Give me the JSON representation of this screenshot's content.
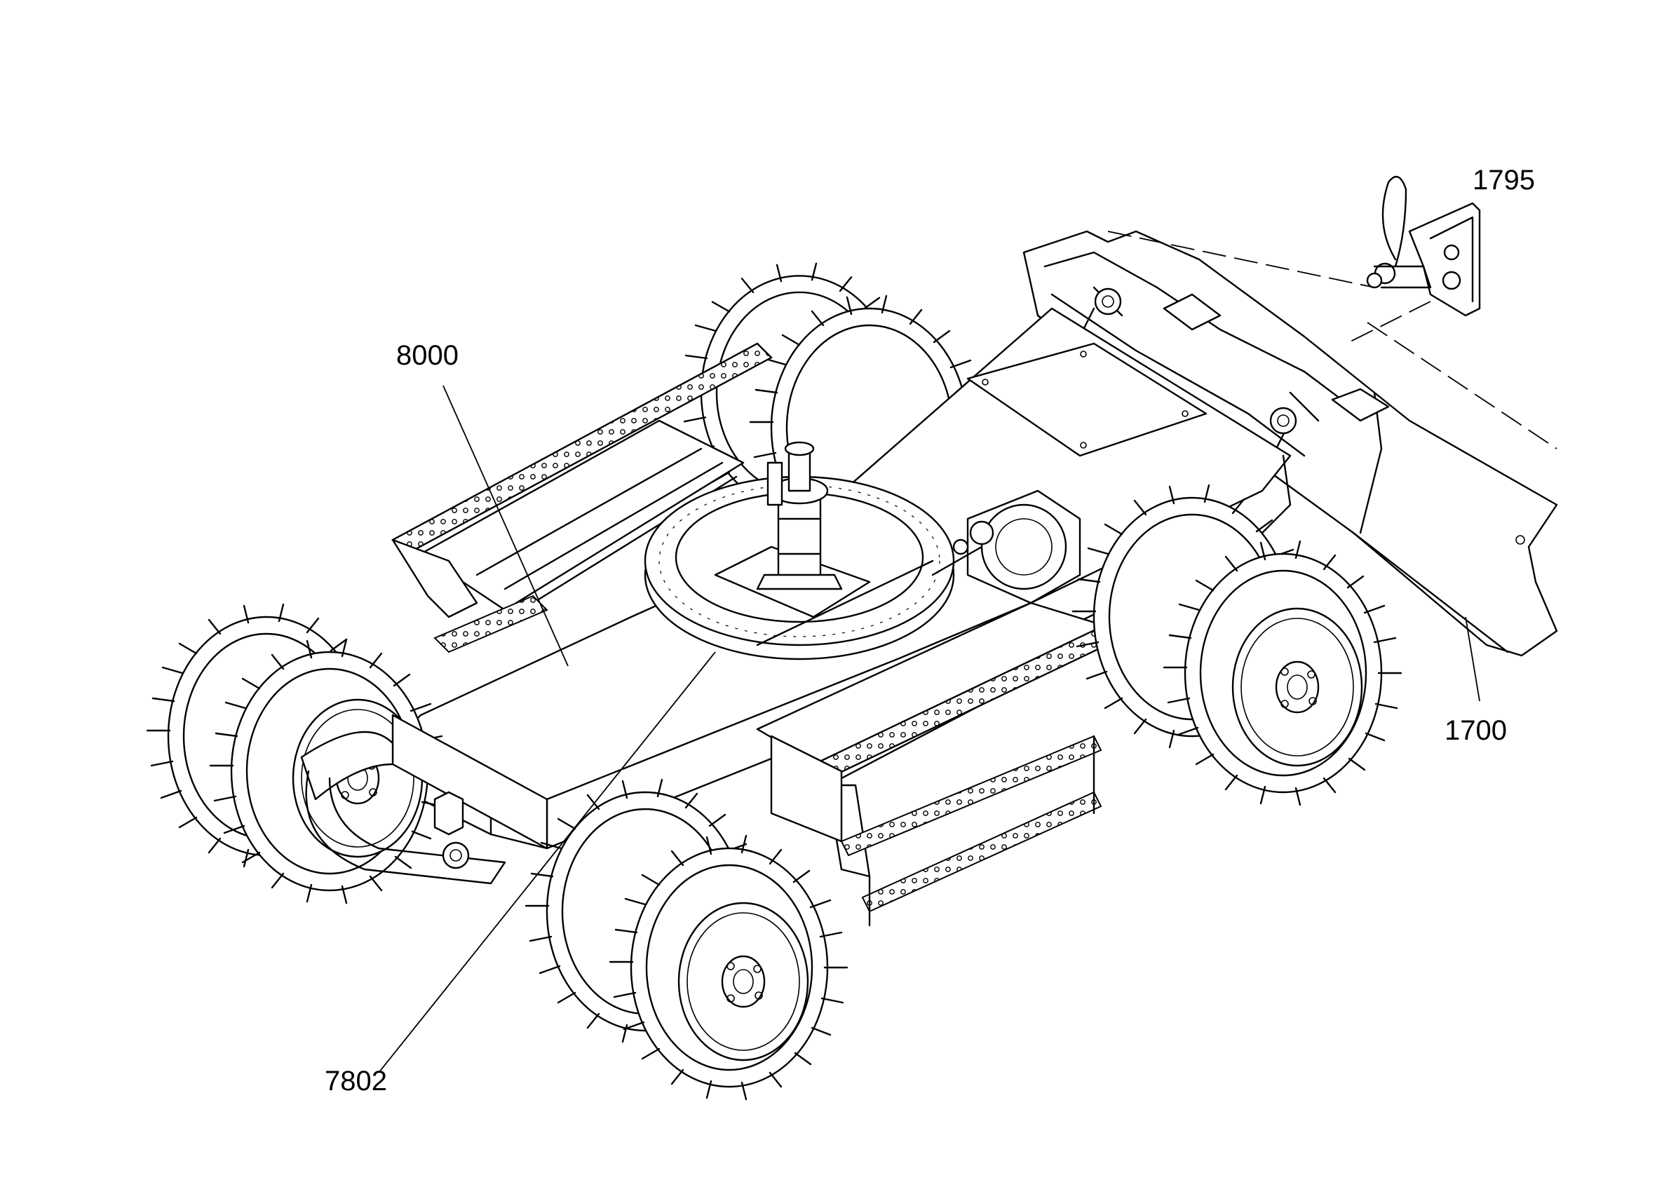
{
  "figure": {
    "callouts": [
      {
        "id": "part-1795",
        "label": "1795"
      },
      {
        "id": "part-8000",
        "label": "8000"
      },
      {
        "id": "part-1700",
        "label": "1700"
      },
      {
        "id": "part-7802",
        "label": "7802"
      }
    ]
  }
}
